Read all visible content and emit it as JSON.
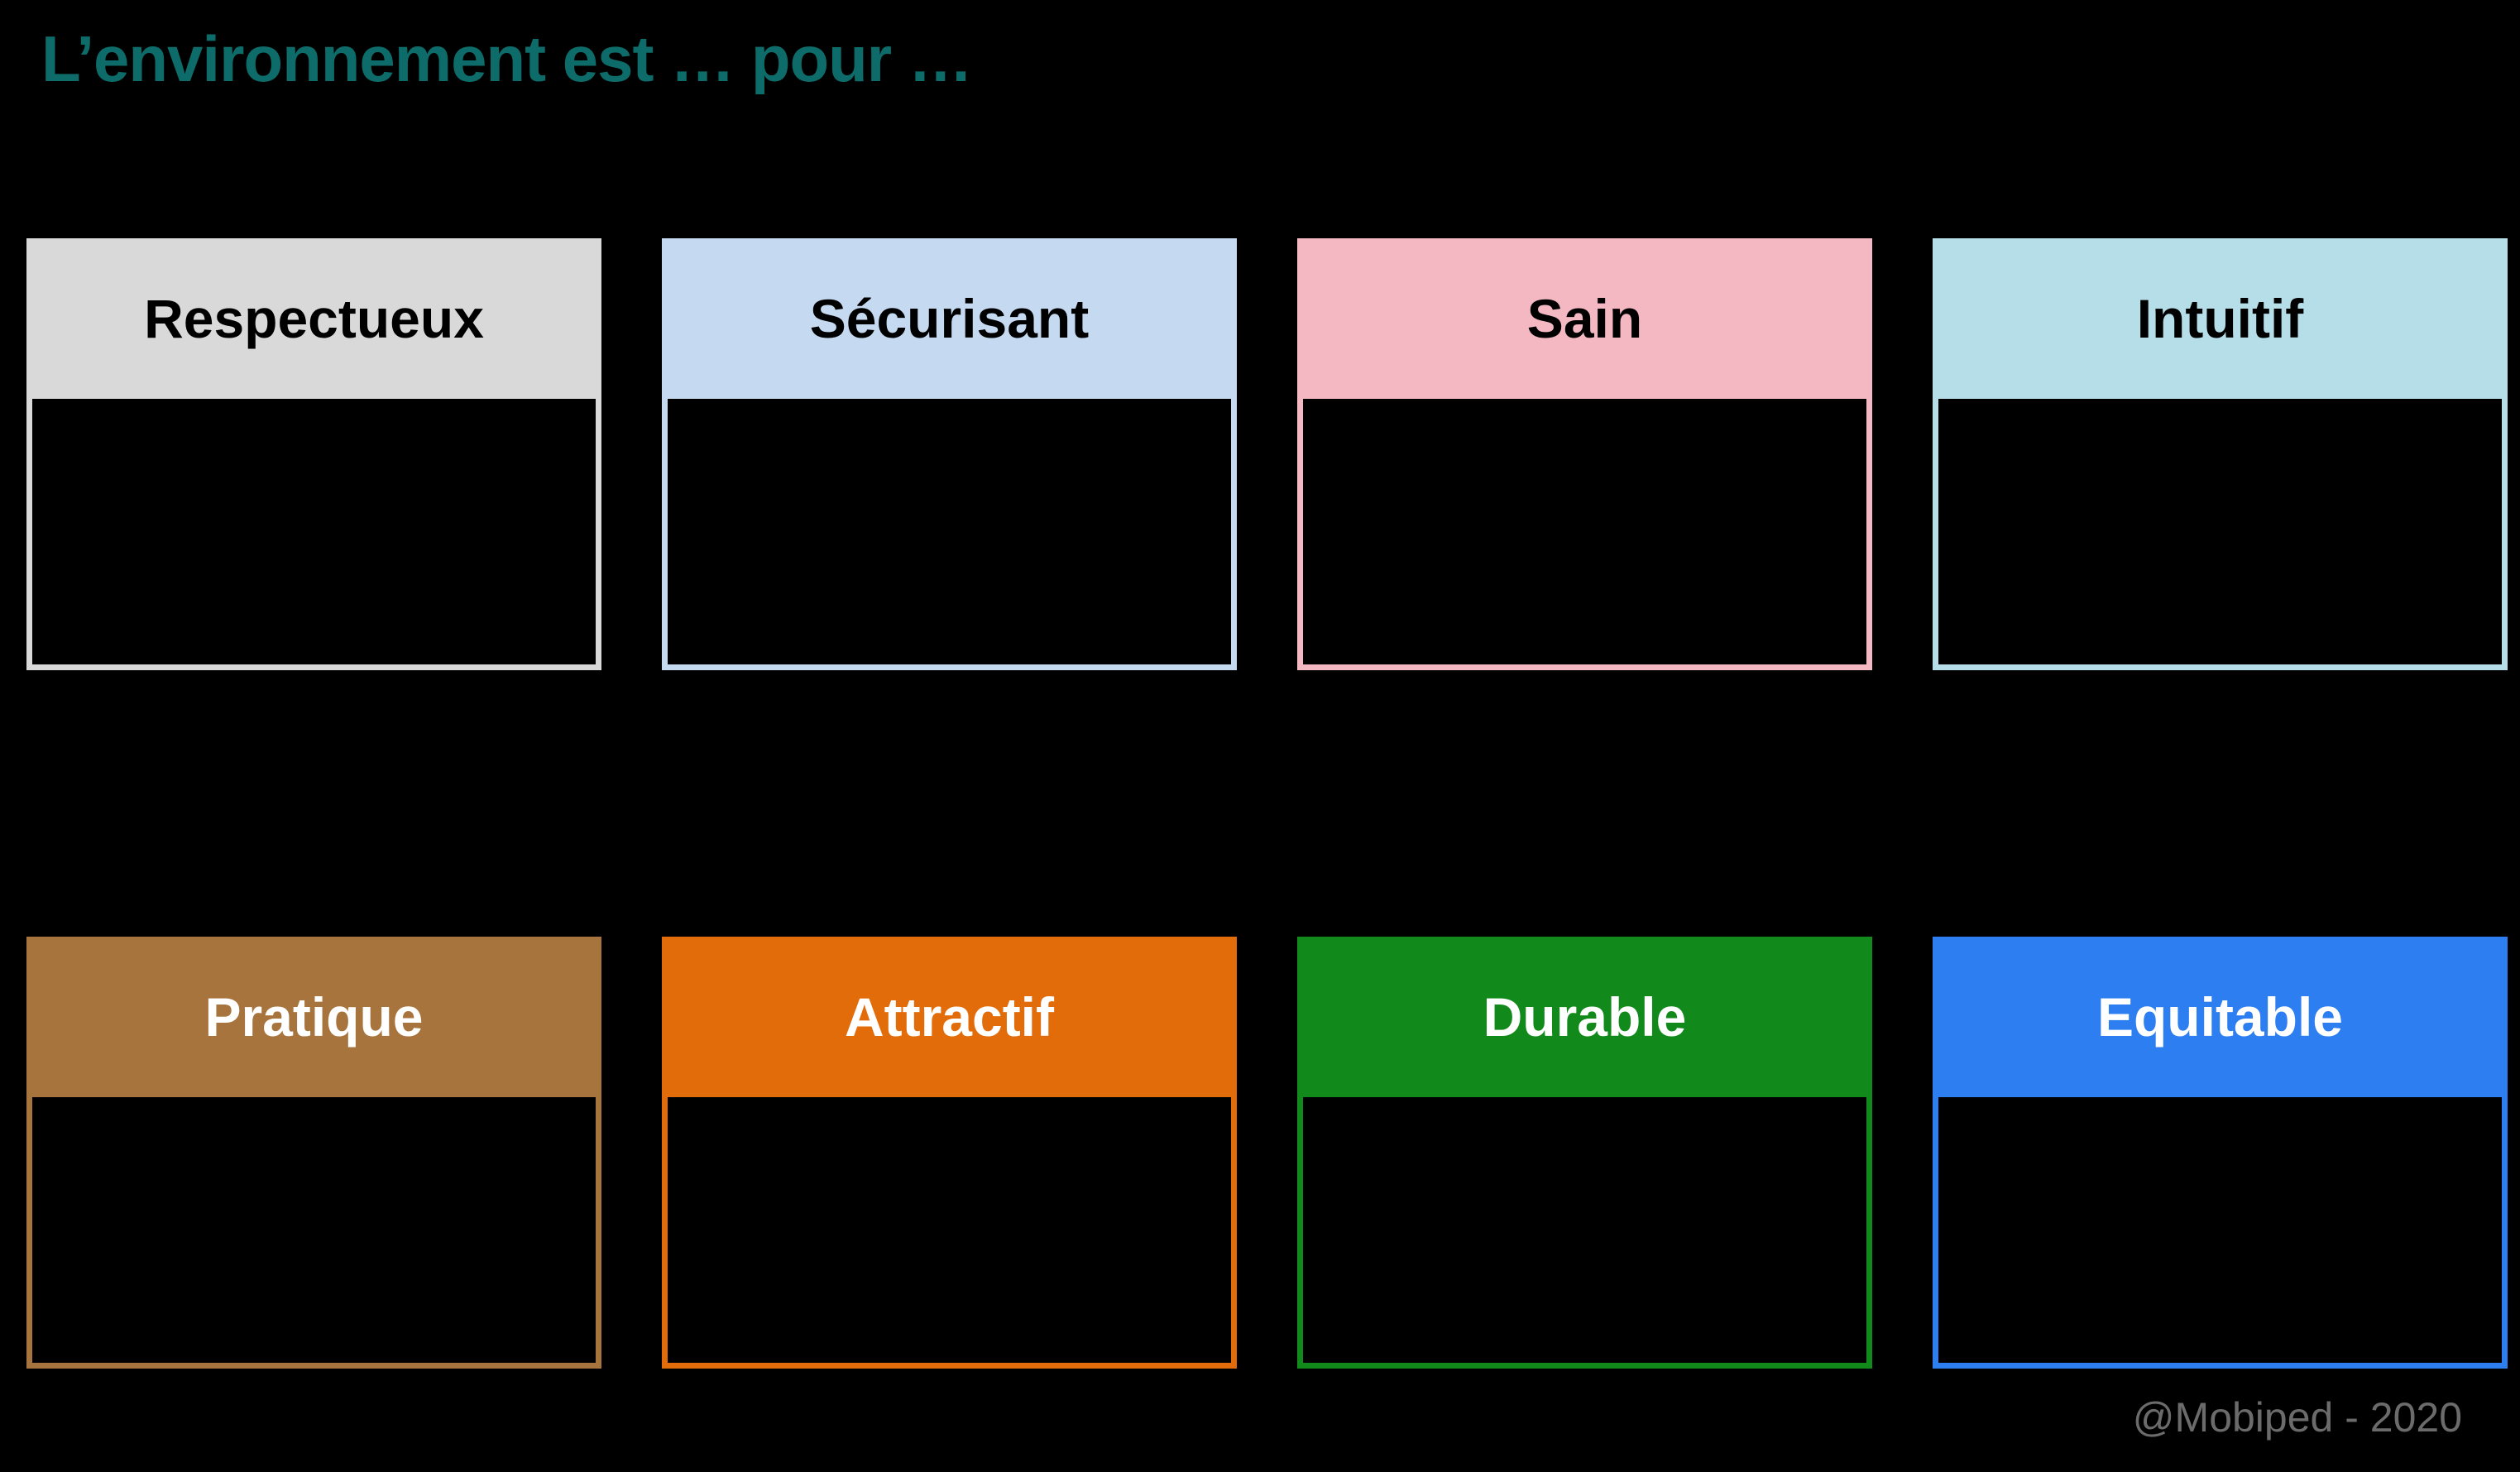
{
  "page": {
    "background": "#000000",
    "title": {
      "text": "L’environnement est … pour …",
      "color": "#0D6C69"
    },
    "footer": {
      "text": "@Mobiped - 2020",
      "color": "#6B6B6B"
    }
  },
  "cards": {
    "row1": [
      {
        "id": "respectueux",
        "label": "Respectueux",
        "color": "#D9D9D9",
        "text_color": "#000000"
      },
      {
        "id": "securisant",
        "label": "Sécurisant",
        "color": "#C5D9F1",
        "text_color": "#000000"
      },
      {
        "id": "sain",
        "label": "Sain",
        "color": "#F4B8C2",
        "text_color": "#000000"
      },
      {
        "id": "intuitif",
        "label": "Intuitif",
        "color": "#B6DEE8",
        "text_color": "#000000"
      }
    ],
    "row2": [
      {
        "id": "pratique",
        "label": "Pratique",
        "color": "#A8743D",
        "text_color": "#FFFFFF"
      },
      {
        "id": "attractif",
        "label": "Attractif",
        "color": "#E36C0A",
        "text_color": "#FFFFFF"
      },
      {
        "id": "durable",
        "label": "Durable",
        "color": "#128A1B",
        "text_color": "#FFFFFF"
      },
      {
        "id": "equitable",
        "label": "Equitable",
        "color": "#2C7EF1",
        "text_color": "#FFFFFF"
      }
    ]
  }
}
